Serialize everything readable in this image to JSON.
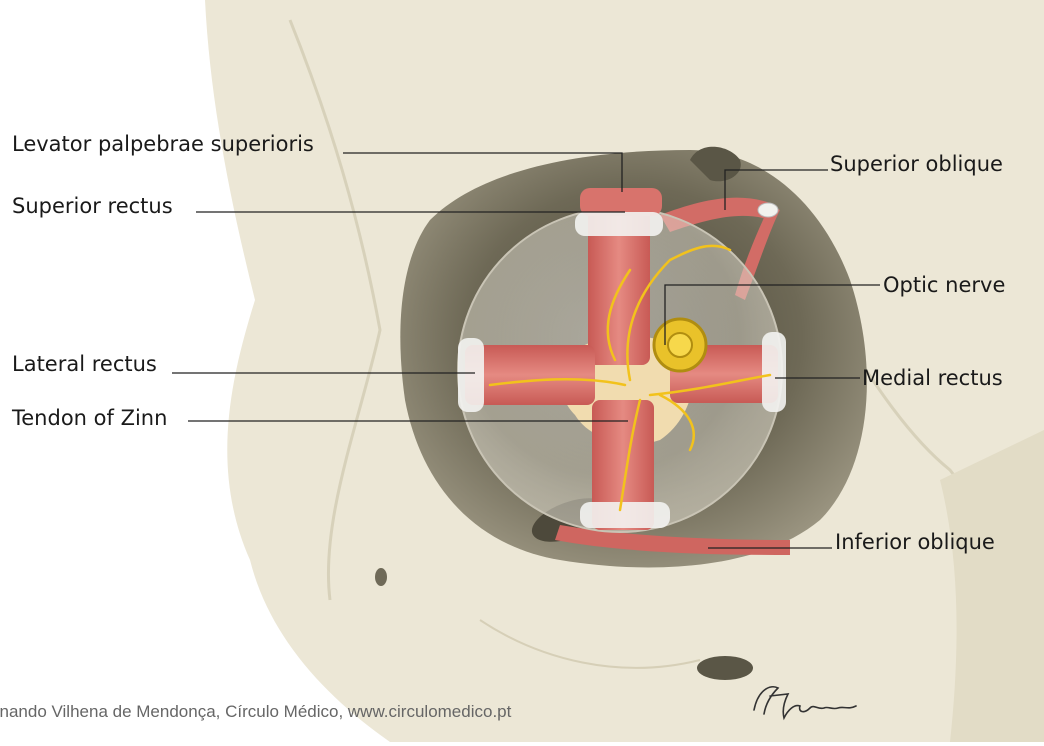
{
  "labels": {
    "levator": "Levator palpebrae superioris",
    "superior_rectus": "Superior rectus",
    "superior_oblique": "Superior oblique",
    "optic_nerve": "Optic nerve",
    "lateral_rectus": "Lateral rectus",
    "medial_rectus": "Medial rectus",
    "tendon_zinn": "Tendon of Zinn",
    "inferior_oblique": "Inferior oblique"
  },
  "credit": "Fernando Vilhena de Mendonça, Círculo Médico, www.circulomedico.pt",
  "signature_text": "Mendonça",
  "colors": {
    "bone": "#ece7d6",
    "bone_shadow": "#cfc7ae",
    "orbit": "#7f7a66",
    "muscle": "#d9706a",
    "tendon": "#f0f0f0",
    "nerve": "#f2c21c",
    "leader": "#222222"
  }
}
